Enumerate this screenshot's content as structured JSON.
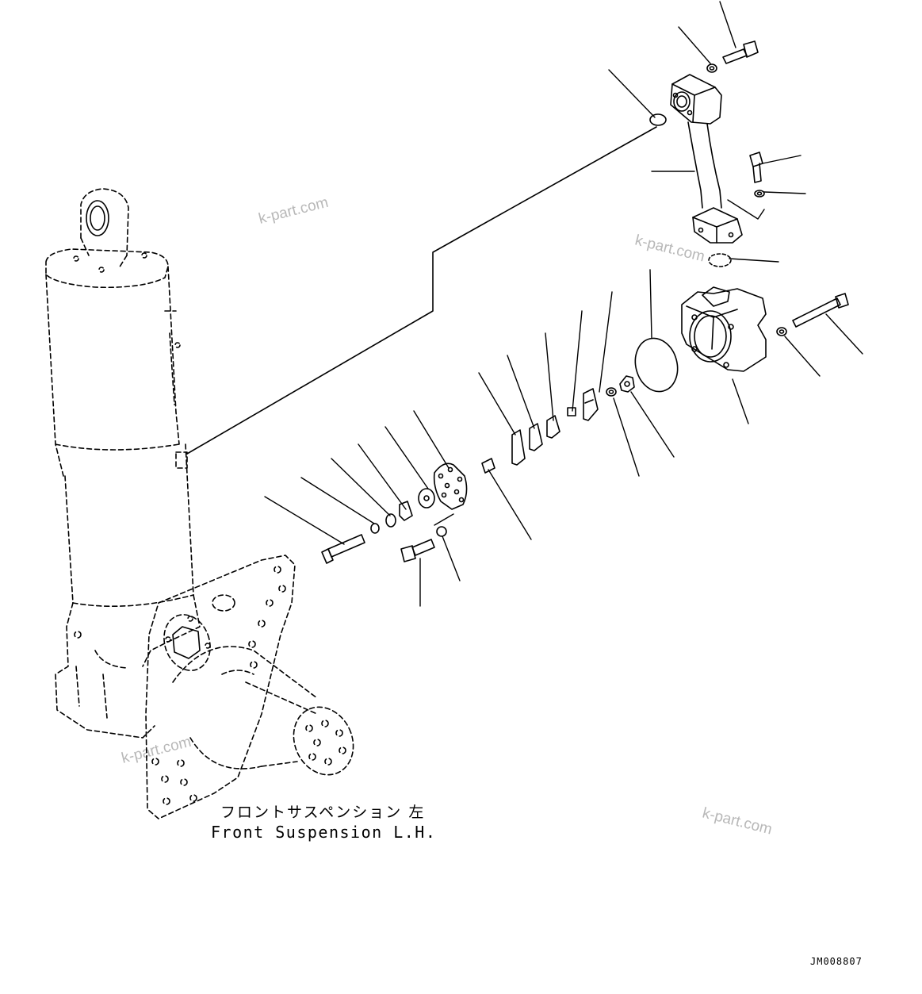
{
  "caption": {
    "japanese": "フロントサスペンション 左",
    "english": "Front Suspension L.H."
  },
  "drawing_code": "JM008807",
  "watermarks": [
    "k-part.com",
    "k-part.com",
    "k-part.com",
    "k-part.com"
  ],
  "colors": {
    "line": "#000000",
    "background": "#ffffff",
    "watermark": "#b8b8b8"
  }
}
